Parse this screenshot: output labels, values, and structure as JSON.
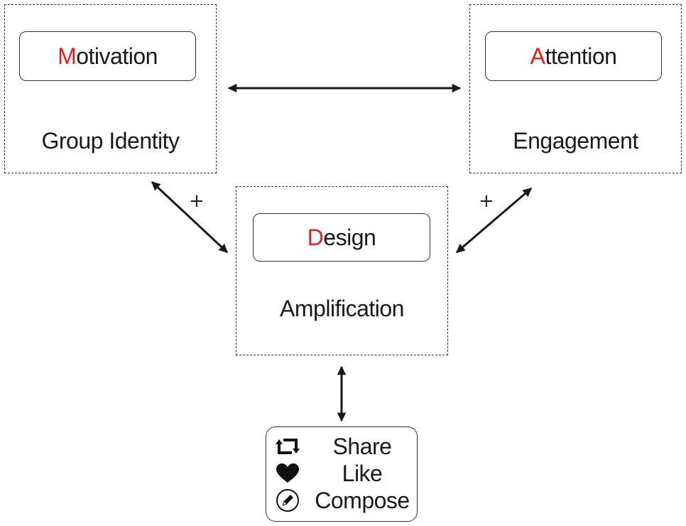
{
  "nodes": {
    "motivation": {
      "initial": "M",
      "rest": "otivation",
      "caption": "Group Identity"
    },
    "attention": {
      "initial": "A",
      "rest": "ttention",
      "caption": "Engagement"
    },
    "design": {
      "initial": "D",
      "rest": "esign",
      "caption": "Amplification"
    }
  },
  "links": {
    "motivation_design_sign": "+",
    "attention_design_sign": "+"
  },
  "actions": [
    {
      "label": "Share",
      "icon": "retweet-icon"
    },
    {
      "label": "Like",
      "icon": "heart-icon"
    },
    {
      "label": "Compose",
      "icon": "compose-pen-icon"
    }
  ],
  "colors": {
    "initial_accent": "#e01e1e",
    "line": "#1a1a1a"
  }
}
